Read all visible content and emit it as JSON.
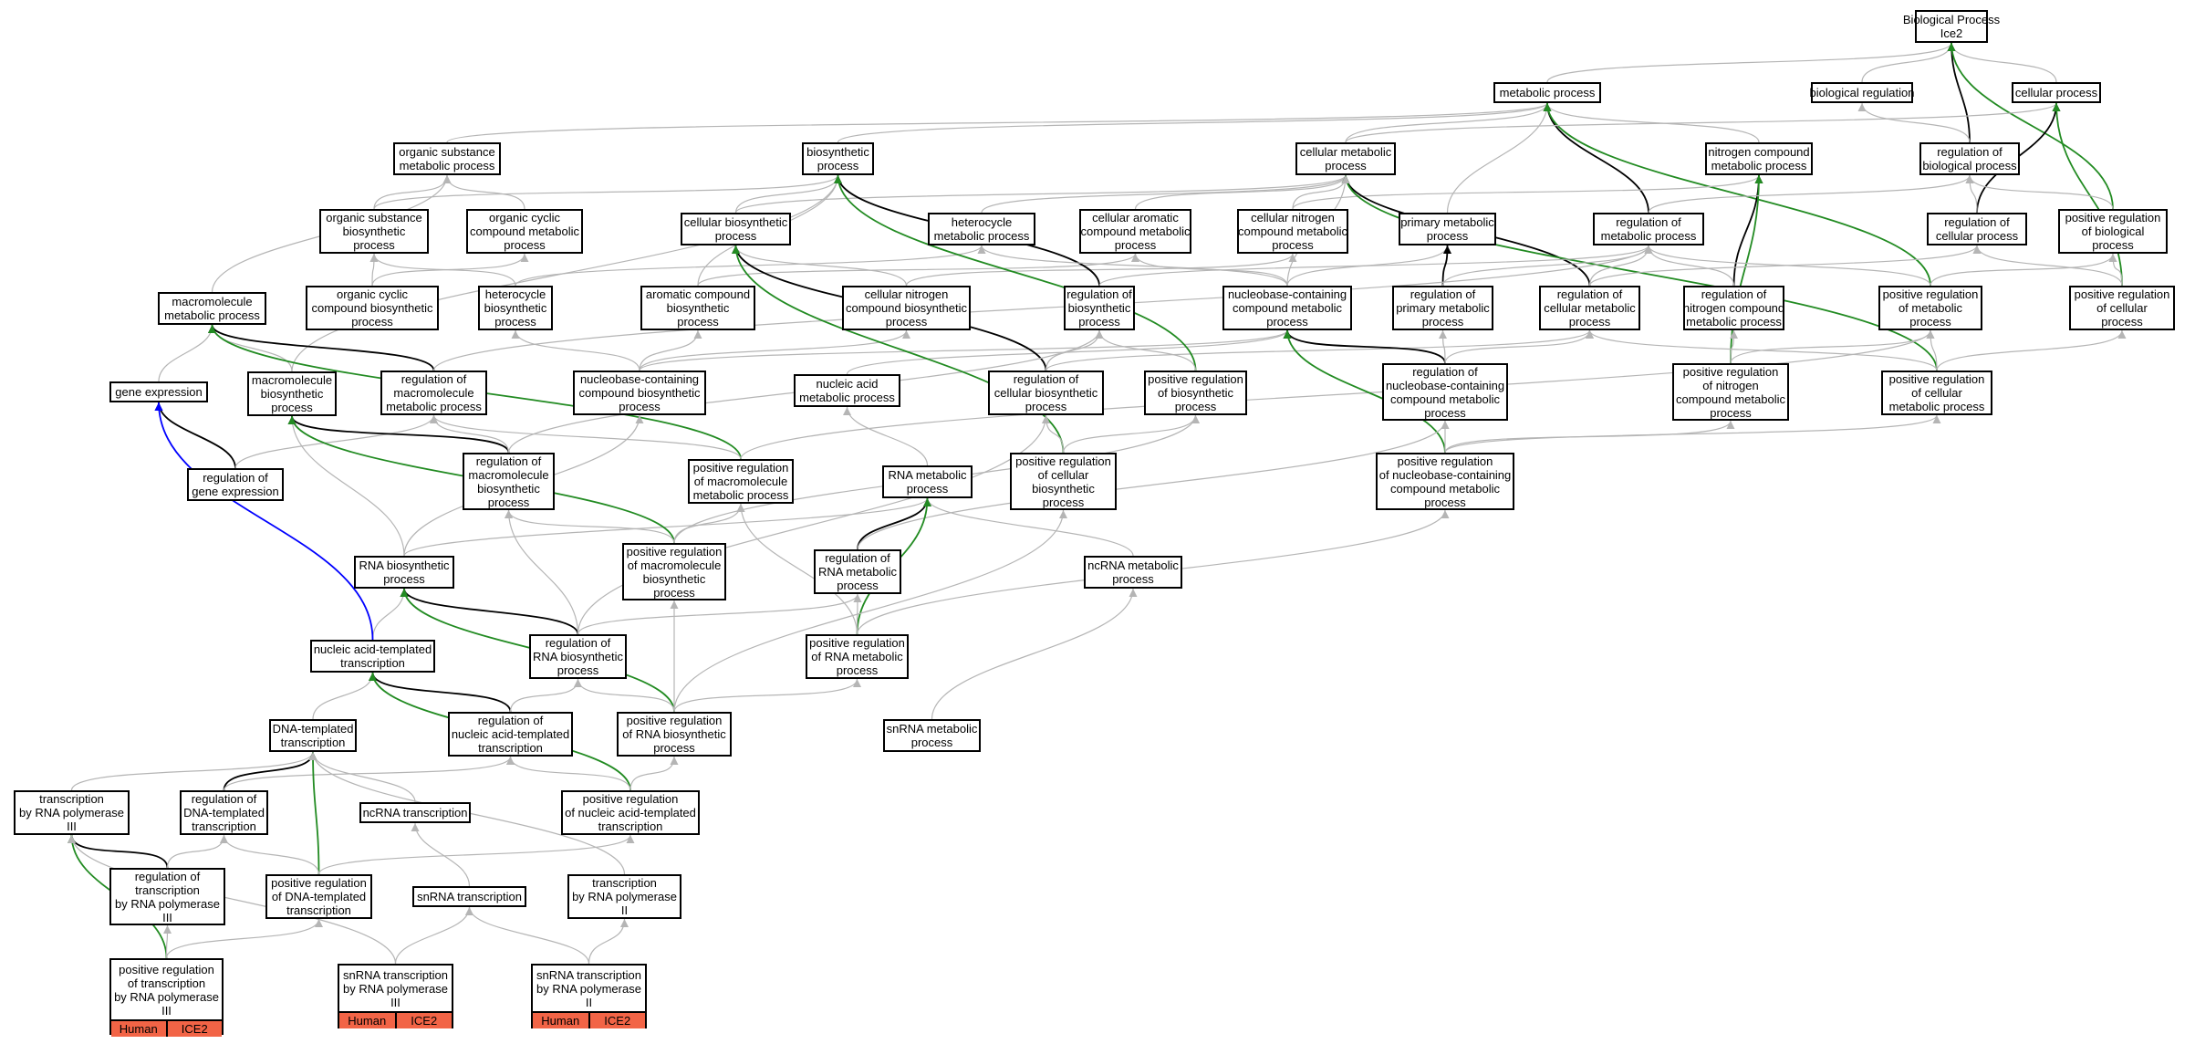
{
  "colors": {
    "default_edge": "#b5b5b5",
    "is_a": "#000000",
    "positively_regulates": "#228b22",
    "part_of": "#0000ff",
    "tag": "#f26446"
  },
  "nodes": [
    {
      "id": "bp",
      "lines": [
        "Biological Process",
        "Ice2"
      ]
    },
    {
      "id": "mp",
      "lines": [
        "metabolic process"
      ]
    },
    {
      "id": "breg",
      "lines": [
        "biological regulation"
      ]
    },
    {
      "id": "cp",
      "lines": [
        "cellular process"
      ]
    },
    {
      "id": "osmp",
      "lines": [
        "organic substance",
        "metabolic process"
      ]
    },
    {
      "id": "bsp",
      "lines": [
        "biosynthetic",
        "process"
      ]
    },
    {
      "id": "cmp",
      "lines": [
        "cellular metabolic",
        "process"
      ]
    },
    {
      "id": "ncmp",
      "lines": [
        "nitrogen compound",
        "metabolic process"
      ]
    },
    {
      "id": "regbp",
      "lines": [
        "regulation of",
        "biological process"
      ]
    },
    {
      "id": "osbp",
      "lines": [
        "organic substance",
        "biosynthetic",
        "process"
      ]
    },
    {
      "id": "occmp",
      "lines": [
        "organic cyclic",
        "compound metabolic",
        "process"
      ]
    },
    {
      "id": "cbp",
      "lines": [
        "cellular biosynthetic",
        "process"
      ]
    },
    {
      "id": "hmp",
      "lines": [
        "heterocycle",
        "metabolic process"
      ]
    },
    {
      "id": "cacmp",
      "lines": [
        "cellular aromatic",
        "compound metabolic",
        "process"
      ]
    },
    {
      "id": "cncmp",
      "lines": [
        "cellular nitrogen",
        "compound metabolic",
        "process"
      ]
    },
    {
      "id": "pmp",
      "lines": [
        "primary metabolic",
        "process"
      ]
    },
    {
      "id": "regmp",
      "lines": [
        "regulation of",
        "metabolic process"
      ]
    },
    {
      "id": "regcp",
      "lines": [
        "regulation of",
        "cellular process"
      ]
    },
    {
      "id": "pregbp",
      "lines": [
        "positive regulation",
        "of biological",
        "process"
      ]
    },
    {
      "id": "mmp",
      "lines": [
        "macromolecule",
        "metabolic process"
      ]
    },
    {
      "id": "occbp",
      "lines": [
        "organic cyclic",
        "compound biosynthetic",
        "process"
      ]
    },
    {
      "id": "hbp",
      "lines": [
        "heterocycle",
        "biosynthetic",
        "process"
      ]
    },
    {
      "id": "acbp",
      "lines": [
        "aromatic compound",
        "biosynthetic",
        "process"
      ]
    },
    {
      "id": "cncbp",
      "lines": [
        "cellular nitrogen",
        "compound biosynthetic",
        "process"
      ]
    },
    {
      "id": "regbsp",
      "lines": [
        "regulation of",
        "biosynthetic",
        "process"
      ]
    },
    {
      "id": "nbcmp",
      "lines": [
        "nucleobase-containing",
        "compound metabolic",
        "process"
      ]
    },
    {
      "id": "regpmp",
      "lines": [
        "regulation of",
        "primary metabolic",
        "process"
      ]
    },
    {
      "id": "regcmp",
      "lines": [
        "regulation of",
        "cellular metabolic",
        "process"
      ]
    },
    {
      "id": "regncmp",
      "lines": [
        "regulation of",
        "nitrogen compound",
        "metabolic process"
      ]
    },
    {
      "id": "pregmp",
      "lines": [
        "positive regulation",
        "of metabolic",
        "process"
      ]
    },
    {
      "id": "pregcp",
      "lines": [
        "positive regulation",
        "of cellular",
        "process"
      ]
    },
    {
      "id": "ge",
      "lines": [
        "gene expression"
      ]
    },
    {
      "id": "mbp",
      "lines": [
        "macromolecule",
        "biosynthetic",
        "process"
      ]
    },
    {
      "id": "regmmp",
      "lines": [
        "regulation of",
        "macromolecule",
        "metabolic process"
      ]
    },
    {
      "id": "nbcbp",
      "lines": [
        "nucleobase-containing",
        "compound biosynthetic",
        "process"
      ]
    },
    {
      "id": "namp",
      "lines": [
        "nucleic acid",
        "metabolic process"
      ]
    },
    {
      "id": "regcbp",
      "lines": [
        "regulation of",
        "cellular biosynthetic",
        "process"
      ]
    },
    {
      "id": "pregbsp",
      "lines": [
        "positive regulation",
        "of biosynthetic",
        "process"
      ]
    },
    {
      "id": "regnbcmp",
      "lines": [
        "regulation of",
        "nucleobase-containing",
        "compound metabolic",
        "process"
      ]
    },
    {
      "id": "pregncmp",
      "lines": [
        "positive regulation",
        "of nitrogen",
        "compound metabolic",
        "process"
      ]
    },
    {
      "id": "pregcmp",
      "lines": [
        "positive regulation",
        "of cellular",
        "metabolic process"
      ]
    },
    {
      "id": "regge",
      "lines": [
        "regulation of",
        "gene expression"
      ]
    },
    {
      "id": "regmbp",
      "lines": [
        "regulation of",
        "macromolecule",
        "biosynthetic",
        "process"
      ]
    },
    {
      "id": "pregmmp",
      "lines": [
        "positive regulation",
        "of macromolecule",
        "metabolic process"
      ]
    },
    {
      "id": "rnamp",
      "lines": [
        "RNA metabolic",
        "process"
      ]
    },
    {
      "id": "pregcbp",
      "lines": [
        "positive regulation",
        "of cellular",
        "biosynthetic",
        "process"
      ]
    },
    {
      "id": "pregnbcmp",
      "lines": [
        "positive regulation",
        "of nucleobase-containing",
        "compound metabolic",
        "process"
      ]
    },
    {
      "id": "rnabp",
      "lines": [
        "RNA biosynthetic",
        "process"
      ]
    },
    {
      "id": "pregmbp",
      "lines": [
        "positive regulation",
        "of macromolecule",
        "biosynthetic",
        "process"
      ]
    },
    {
      "id": "regrnamp",
      "lines": [
        "regulation of",
        "RNA metabolic",
        "process"
      ]
    },
    {
      "id": "ncrnamp",
      "lines": [
        "ncRNA metabolic",
        "process"
      ]
    },
    {
      "id": "natt",
      "lines": [
        "nucleic acid-templated",
        "transcription"
      ]
    },
    {
      "id": "regrnabp",
      "lines": [
        "regulation of",
        "RNA biosynthetic",
        "process"
      ]
    },
    {
      "id": "pregrnamp",
      "lines": [
        "positive regulation",
        "of RNA metabolic",
        "process"
      ]
    },
    {
      "id": "dnatt",
      "lines": [
        "DNA-templated",
        "transcription"
      ]
    },
    {
      "id": "regnatt",
      "lines": [
        "regulation of",
        "nucleic acid-templated",
        "transcription"
      ]
    },
    {
      "id": "pregrnabp",
      "lines": [
        "positive regulation",
        "of RNA biosynthetic",
        "process"
      ]
    },
    {
      "id": "snrnamp",
      "lines": [
        "snRNA metabolic",
        "process"
      ]
    },
    {
      "id": "tpol3",
      "lines": [
        "transcription",
        "by RNA polymerase",
        "III"
      ]
    },
    {
      "id": "regdnatt",
      "lines": [
        "regulation of",
        "DNA-templated",
        "transcription"
      ]
    },
    {
      "id": "ncrnat",
      "lines": [
        "ncRNA transcription"
      ]
    },
    {
      "id": "pregnatt",
      "lines": [
        "positive regulation",
        "of nucleic acid-templated",
        "transcription"
      ]
    },
    {
      "id": "regtpol3",
      "lines": [
        "regulation of",
        "transcription",
        "by RNA polymerase",
        "III"
      ]
    },
    {
      "id": "pregdnatt",
      "lines": [
        "positive regulation",
        "of DNA-templated",
        "transcription"
      ]
    },
    {
      "id": "snrnat",
      "lines": [
        "snRNA transcription"
      ]
    },
    {
      "id": "tpol2",
      "lines": [
        "transcription",
        "by RNA polymerase",
        "II"
      ]
    },
    {
      "id": "pregtpol3",
      "lines": [
        "positive regulation",
        "of transcription",
        "by RNA polymerase",
        "III"
      ],
      "tags": [
        "Human",
        "ICE2"
      ]
    },
    {
      "id": "snrnat3",
      "lines": [
        "snRNA transcription",
        "by RNA polymerase",
        "III"
      ],
      "tags": [
        "Human",
        "ICE2"
      ]
    },
    {
      "id": "snrnat2",
      "lines": [
        "snRNA transcription",
        "by RNA polymerase",
        "II"
      ],
      "tags": [
        "Human",
        "ICE2"
      ]
    }
  ]
}
